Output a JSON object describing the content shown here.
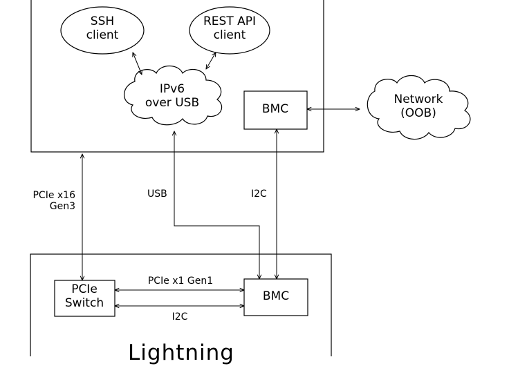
{
  "nodes": {
    "ssh_client": "SSH\nclient",
    "rest_api_client": "REST API\nclient",
    "ipv6_over_usb": "IPv6\nover USB",
    "bmc_top": "BMC",
    "network_oob": "Network\n(OOB)",
    "pcie_switch": "PCIe\nSwitch",
    "bmc_bottom": "BMC",
    "lightning": "Lightning"
  },
  "links": {
    "pcie_x16_gen3": "PCIe x16\nGen3",
    "usb": "USB",
    "i2c_vertical": "I2C",
    "pcie_x1_gen1": "PCIe x1 Gen1",
    "i2c_horizontal": "I2C"
  },
  "colors": {
    "stroke": "#000000",
    "background": "#ffffff"
  }
}
